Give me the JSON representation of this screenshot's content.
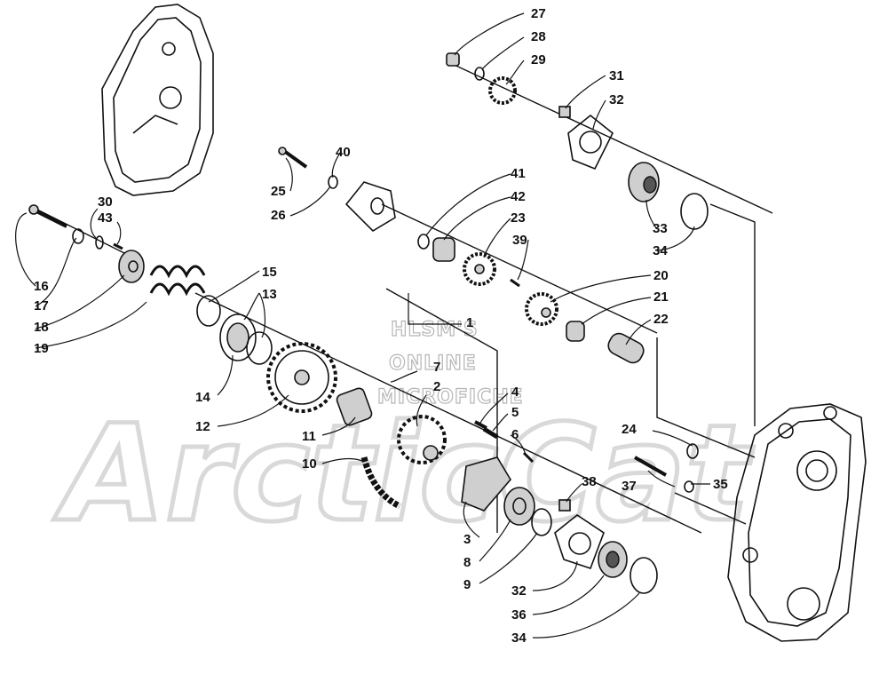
{
  "watermark": {
    "line1": "HLSM'S",
    "line2": "ONLINE",
    "line3": "MICROFICHE",
    "brand": "ArcticCat"
  },
  "callouts": [
    {
      "id": "c1",
      "label": "1"
    },
    {
      "id": "c2",
      "label": "2"
    },
    {
      "id": "c3",
      "label": "3"
    },
    {
      "id": "c4",
      "label": "4"
    },
    {
      "id": "c5",
      "label": "5"
    },
    {
      "id": "c6",
      "label": "6"
    },
    {
      "id": "c7",
      "label": "7"
    },
    {
      "id": "c8",
      "label": "8"
    },
    {
      "id": "c9",
      "label": "9"
    },
    {
      "id": "c10",
      "label": "10"
    },
    {
      "id": "c11",
      "label": "11"
    },
    {
      "id": "c12",
      "label": "12"
    },
    {
      "id": "c13",
      "label": "13"
    },
    {
      "id": "c14",
      "label": "14"
    },
    {
      "id": "c15",
      "label": "15"
    },
    {
      "id": "c16",
      "label": "16"
    },
    {
      "id": "c17",
      "label": "17"
    },
    {
      "id": "c18",
      "label": "18"
    },
    {
      "id": "c19",
      "label": "19"
    },
    {
      "id": "c20",
      "label": "20"
    },
    {
      "id": "c21",
      "label": "21"
    },
    {
      "id": "c22",
      "label": "22"
    },
    {
      "id": "c23",
      "label": "23"
    },
    {
      "id": "c24",
      "label": "24"
    },
    {
      "id": "c25",
      "label": "25"
    },
    {
      "id": "c26",
      "label": "26"
    },
    {
      "id": "c27",
      "label": "27"
    },
    {
      "id": "c28",
      "label": "28"
    },
    {
      "id": "c29",
      "label": "29"
    },
    {
      "id": "c30",
      "label": "30"
    },
    {
      "id": "c31",
      "label": "31"
    },
    {
      "id": "c32a",
      "label": "32"
    },
    {
      "id": "c32b",
      "label": "32"
    },
    {
      "id": "c33",
      "label": "33"
    },
    {
      "id": "c34a",
      "label": "34"
    },
    {
      "id": "c34b",
      "label": "34"
    },
    {
      "id": "c35",
      "label": "35"
    },
    {
      "id": "c36",
      "label": "36"
    },
    {
      "id": "c37",
      "label": "37"
    },
    {
      "id": "c38",
      "label": "38"
    },
    {
      "id": "c39",
      "label": "39"
    },
    {
      "id": "c40",
      "label": "40"
    },
    {
      "id": "c41",
      "label": "41"
    },
    {
      "id": "c42",
      "label": "42"
    },
    {
      "id": "c43",
      "label": "43"
    }
  ]
}
